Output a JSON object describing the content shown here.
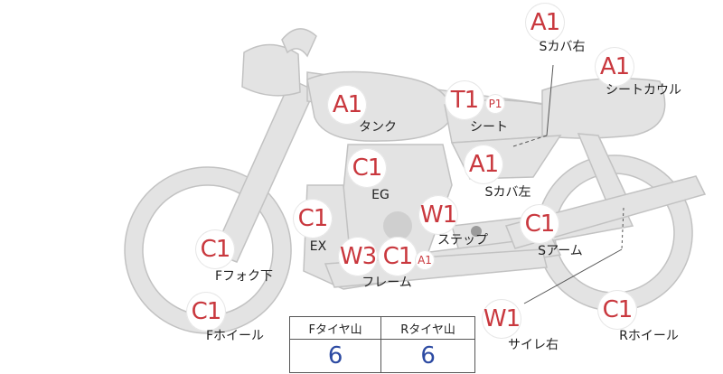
{
  "parts": [
    {
      "id": "s-cover-right",
      "code": "A1",
      "label": "Sカバ右"
    },
    {
      "id": "seat-cowl",
      "code": "A1",
      "label": "シートカウル"
    },
    {
      "id": "tank",
      "code": "A1",
      "label": "タンク"
    },
    {
      "id": "seat",
      "code": "T1",
      "sub_code": "P1",
      "label": "シート"
    },
    {
      "id": "s-cover-left",
      "code": "A1",
      "label": "Sカバ左"
    },
    {
      "id": "engine",
      "code": "C1",
      "label": "EG"
    },
    {
      "id": "exhaust",
      "code": "C1",
      "label": "EX"
    },
    {
      "id": "step",
      "code": "W1",
      "label": "ステップ"
    },
    {
      "id": "swing-arm",
      "code": "C1",
      "label": "Sアーム"
    },
    {
      "id": "front-fork-lower",
      "code": "C1",
      "label": "Fフォク下"
    },
    {
      "id": "frame",
      "codes": [
        "W3",
        "C1"
      ],
      "sub_code": "A1",
      "label": "フレーム"
    },
    {
      "id": "front-wheel",
      "code": "C1",
      "label": "Fホイール"
    },
    {
      "id": "muffler-right",
      "code": "W1",
      "label": "サイレ右"
    },
    {
      "id": "rear-wheel",
      "code": "C1",
      "label": "Rホイール"
    }
  ],
  "tire_table": {
    "front_header": "Fタイヤ山",
    "rear_header": "Rタイヤ山",
    "front_value": "6",
    "rear_value": "6"
  },
  "colors": {
    "badge_text": "#c9383e",
    "bike_fill": "#e3e3e3",
    "bike_stroke": "#bdbdbd",
    "tire_value": "#2c4aa2"
  }
}
